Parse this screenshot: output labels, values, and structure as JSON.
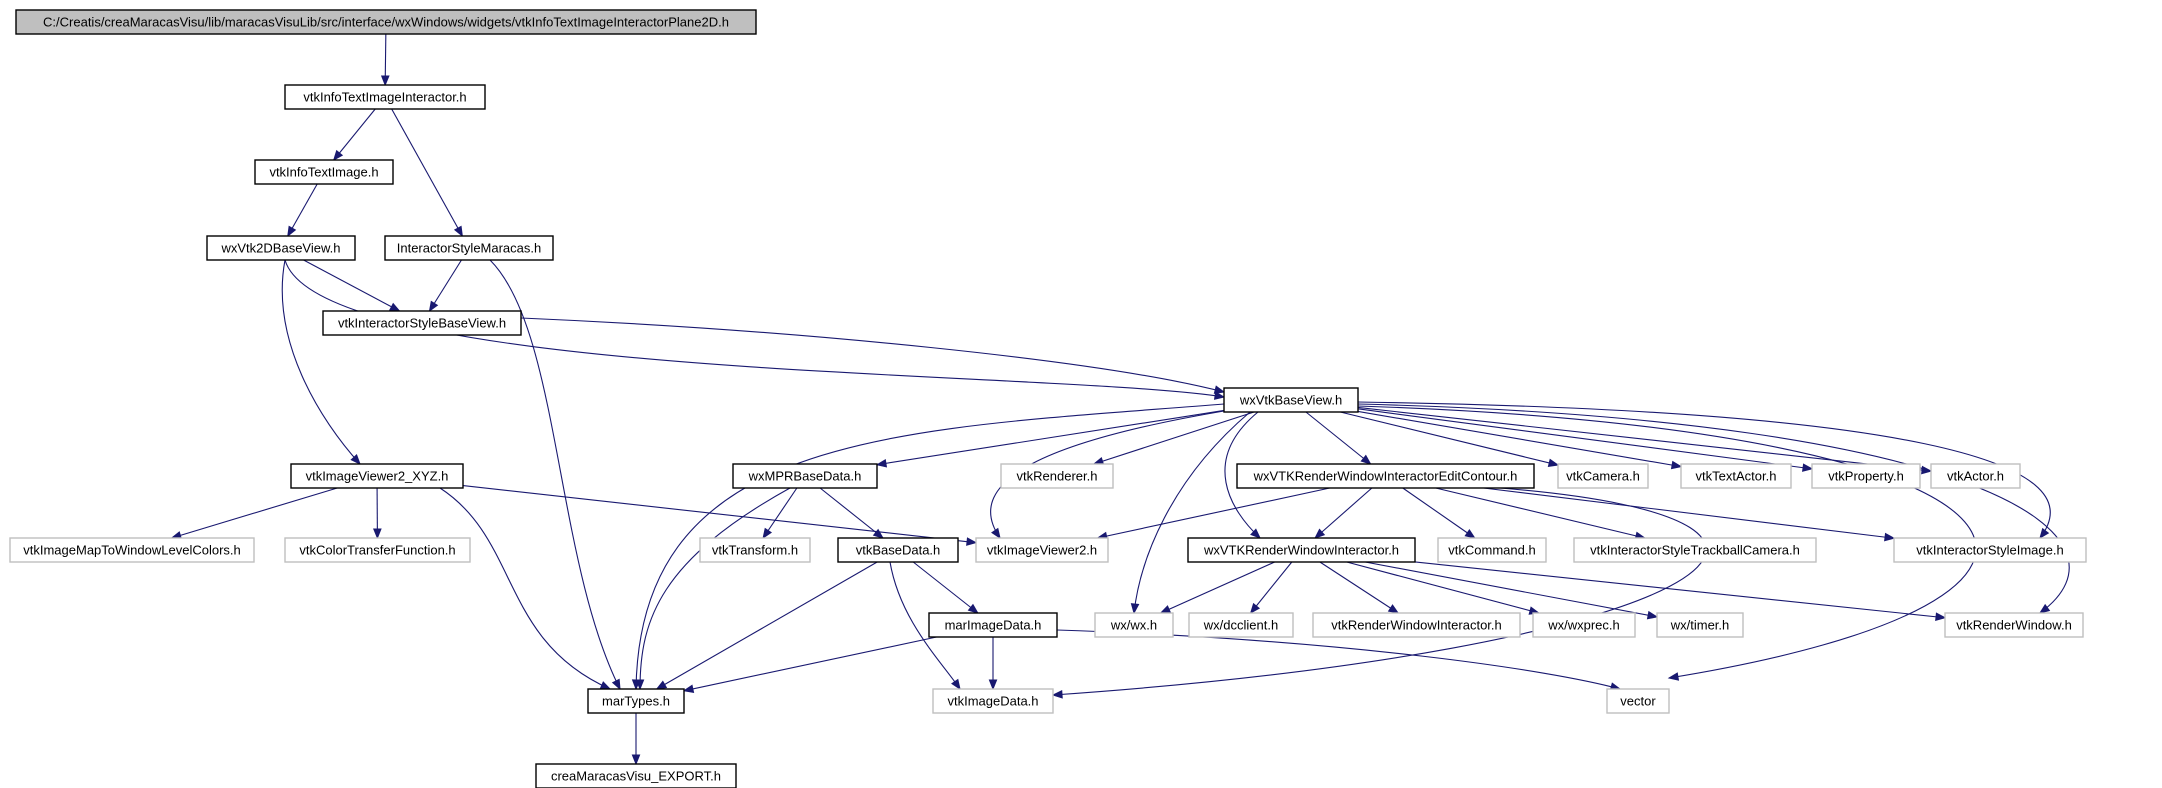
{
  "title": "C:/Creatis/creaMaracasVisu/lib/maracasVisuLib/src/interface/wxWindows/widgets/vtkInfoTextImageInteractorPlane2D.h",
  "colors": {
    "edge": "#191970",
    "documented_border": "#000000",
    "external_border": "#bfbfbf",
    "root_fill": "#bfbfbf"
  },
  "nodes": [
    {
      "id": "root",
      "label": "C:/Creatis/creaMaracasVisu/lib/maracasVisuLib/src/interface/wxWindows/widgets/vtkInfoTextImageInteractorPlane2D.h",
      "kind": "root"
    },
    {
      "id": "vtkInfoTextImageInteractor",
      "label": "vtkInfoTextImageInteractor.h",
      "kind": "documented"
    },
    {
      "id": "vtkInfoTextImage",
      "label": "vtkInfoTextImage.h",
      "kind": "documented"
    },
    {
      "id": "wxVtk2DBaseView",
      "label": "wxVtk2DBaseView.h",
      "kind": "documented"
    },
    {
      "id": "InteractorStyleMaracas",
      "label": "InteractorStyleMaracas.h",
      "kind": "documented"
    },
    {
      "id": "vtkInteractorStyleBaseView",
      "label": "vtkInteractorStyleBaseView.h",
      "kind": "documented"
    },
    {
      "id": "wxVtkBaseView",
      "label": "wxVtkBaseView.h",
      "kind": "documented"
    },
    {
      "id": "vtkImageViewer2_XYZ",
      "label": "vtkImageViewer2_XYZ.h",
      "kind": "documented"
    },
    {
      "id": "wxMPRBaseData",
      "label": "wxMPRBaseData.h",
      "kind": "documented"
    },
    {
      "id": "vtkRenderer",
      "label": "vtkRenderer.h",
      "kind": "external"
    },
    {
      "id": "wxVTKRWIEditContour",
      "label": "wxVTKRenderWindowInteractorEditContour.h",
      "kind": "documented"
    },
    {
      "id": "vtkCamera",
      "label": "vtkCamera.h",
      "kind": "external"
    },
    {
      "id": "vtkTextActor",
      "label": "vtkTextActor.h",
      "kind": "external"
    },
    {
      "id": "vtkProperty",
      "label": "vtkProperty.h",
      "kind": "external"
    },
    {
      "id": "vtkActor",
      "label": "vtkActor.h",
      "kind": "external"
    },
    {
      "id": "vtkImageMapToWindowLevelColors",
      "label": "vtkImageMapToWindowLevelColors.h",
      "kind": "external"
    },
    {
      "id": "vtkColorTransferFunction",
      "label": "vtkColorTransferFunction.h",
      "kind": "external"
    },
    {
      "id": "vtkTransform",
      "label": "vtkTransform.h",
      "kind": "external"
    },
    {
      "id": "vtkBaseData",
      "label": "vtkBaseData.h",
      "kind": "documented"
    },
    {
      "id": "vtkImageViewer2",
      "label": "vtkImageViewer2.h",
      "kind": "external"
    },
    {
      "id": "wxVTKRWI",
      "label": "wxVTKRenderWindowInteractor.h",
      "kind": "documented"
    },
    {
      "id": "vtkCommand",
      "label": "vtkCommand.h",
      "kind": "external"
    },
    {
      "id": "vtkInteractorStyleTrackballCamera",
      "label": "vtkInteractorStyleTrackballCamera.h",
      "kind": "external"
    },
    {
      "id": "vtkInteractorStyleImage",
      "label": "vtkInteractorStyleImage.h",
      "kind": "external"
    },
    {
      "id": "marImageData",
      "label": "marImageData.h",
      "kind": "documented"
    },
    {
      "id": "wx_wx",
      "label": "wx/wx.h",
      "kind": "external"
    },
    {
      "id": "wx_dcclient",
      "label": "wx/dcclient.h",
      "kind": "external"
    },
    {
      "id": "vtkRenderWindowInteractor",
      "label": "vtkRenderWindowInteractor.h",
      "kind": "external"
    },
    {
      "id": "wx_wxprec",
      "label": "wx/wxprec.h",
      "kind": "external"
    },
    {
      "id": "wx_timer",
      "label": "wx/timer.h",
      "kind": "external"
    },
    {
      "id": "vtkRenderWindow",
      "label": "vtkRenderWindow.h",
      "kind": "external"
    },
    {
      "id": "marTypes",
      "label": "marTypes.h",
      "kind": "documented"
    },
    {
      "id": "vtkImageData",
      "label": "vtkImageData.h",
      "kind": "external"
    },
    {
      "id": "vector",
      "label": "vector",
      "kind": "external"
    },
    {
      "id": "creaMaracasVisu_EXPORT",
      "label": "creaMaracasVisu_EXPORT.h",
      "kind": "documented"
    }
  ],
  "edges": [
    [
      "root",
      "vtkInfoTextImageInteractor"
    ],
    [
      "vtkInfoTextImageInteractor",
      "vtkInfoTextImage"
    ],
    [
      "vtkInfoTextImageInteractor",
      "InteractorStyleMaracas"
    ],
    [
      "vtkInfoTextImage",
      "wxVtk2DBaseView"
    ],
    [
      "wxVtk2DBaseView",
      "vtkInteractorStyleBaseView"
    ],
    [
      "wxVtk2DBaseView",
      "wxVtkBaseView"
    ],
    [
      "wxVtk2DBaseView",
      "vtkImageViewer2_XYZ"
    ],
    [
      "InteractorStyleMaracas",
      "vtkInteractorStyleBaseView"
    ],
    [
      "InteractorStyleMaracas",
      "marTypes"
    ],
    [
      "vtkInteractorStyleBaseView",
      "wxVtkBaseView"
    ],
    [
      "wxVtkBaseView",
      "marTypes"
    ],
    [
      "wxVtkBaseView",
      "wxMPRBaseData"
    ],
    [
      "wxVtkBaseView",
      "vtkImageViewer2"
    ],
    [
      "wxVtkBaseView",
      "vtkRenderer"
    ],
    [
      "wxVtkBaseView",
      "wx_wx"
    ],
    [
      "wxVtkBaseView",
      "wxVTKRWI"
    ],
    [
      "wxVtkBaseView",
      "wxVTKRWIEditContour"
    ],
    [
      "wxVtkBaseView",
      "vtkCamera"
    ],
    [
      "wxVtkBaseView",
      "vtkTextActor"
    ],
    [
      "wxVtkBaseView",
      "vtkProperty"
    ],
    [
      "wxVtkBaseView",
      "vtkActor"
    ],
    [
      "wxVtkBaseView",
      "vtkInteractorStyleImage"
    ],
    [
      "wxVtkBaseView",
      "vtkRenderWindow"
    ],
    [
      "wxVtkBaseView",
      "vector"
    ],
    [
      "vtkImageViewer2_XYZ",
      "vtkImageMapToWindowLevelColors"
    ],
    [
      "vtkImageViewer2_XYZ",
      "vtkColorTransferFunction"
    ],
    [
      "vtkImageViewer2_XYZ",
      "vtkImageViewer2"
    ],
    [
      "vtkImageViewer2_XYZ",
      "marTypes"
    ],
    [
      "wxMPRBaseData",
      "vtkTransform"
    ],
    [
      "wxMPRBaseData",
      "vtkBaseData"
    ],
    [
      "wxMPRBaseData",
      "marTypes"
    ],
    [
      "vtkBaseData",
      "marImageData"
    ],
    [
      "vtkBaseData",
      "vtkImageData"
    ],
    [
      "vtkBaseData",
      "marTypes"
    ],
    [
      "marImageData",
      "marTypes"
    ],
    [
      "marImageData",
      "vtkImageData"
    ],
    [
      "marImageData",
      "vector"
    ],
    [
      "wxVTKRWIEditContour",
      "vtkImageViewer2"
    ],
    [
      "wxVTKRWIEditContour",
      "wxVTKRWI"
    ],
    [
      "wxVTKRWIEditContour",
      "vtkCommand"
    ],
    [
      "wxVTKRWIEditContour",
      "vtkInteractorStyleTrackballCamera"
    ],
    [
      "wxVTKRWIEditContour",
      "vtkInteractorStyleImage"
    ],
    [
      "wxVTKRWIEditContour",
      "vtkImageData"
    ],
    [
      "wxVTKRWI",
      "wx_wx"
    ],
    [
      "wxVTKRWI",
      "wx_dcclient"
    ],
    [
      "wxVTKRWI",
      "vtkRenderWindowInteractor"
    ],
    [
      "wxVTKRWI",
      "wx_wxprec"
    ],
    [
      "wxVTKRWI",
      "wx_timer"
    ],
    [
      "wxVTKRWI",
      "vtkRenderWindow"
    ],
    [
      "marTypes",
      "creaMaracasVisu_EXPORT"
    ]
  ]
}
